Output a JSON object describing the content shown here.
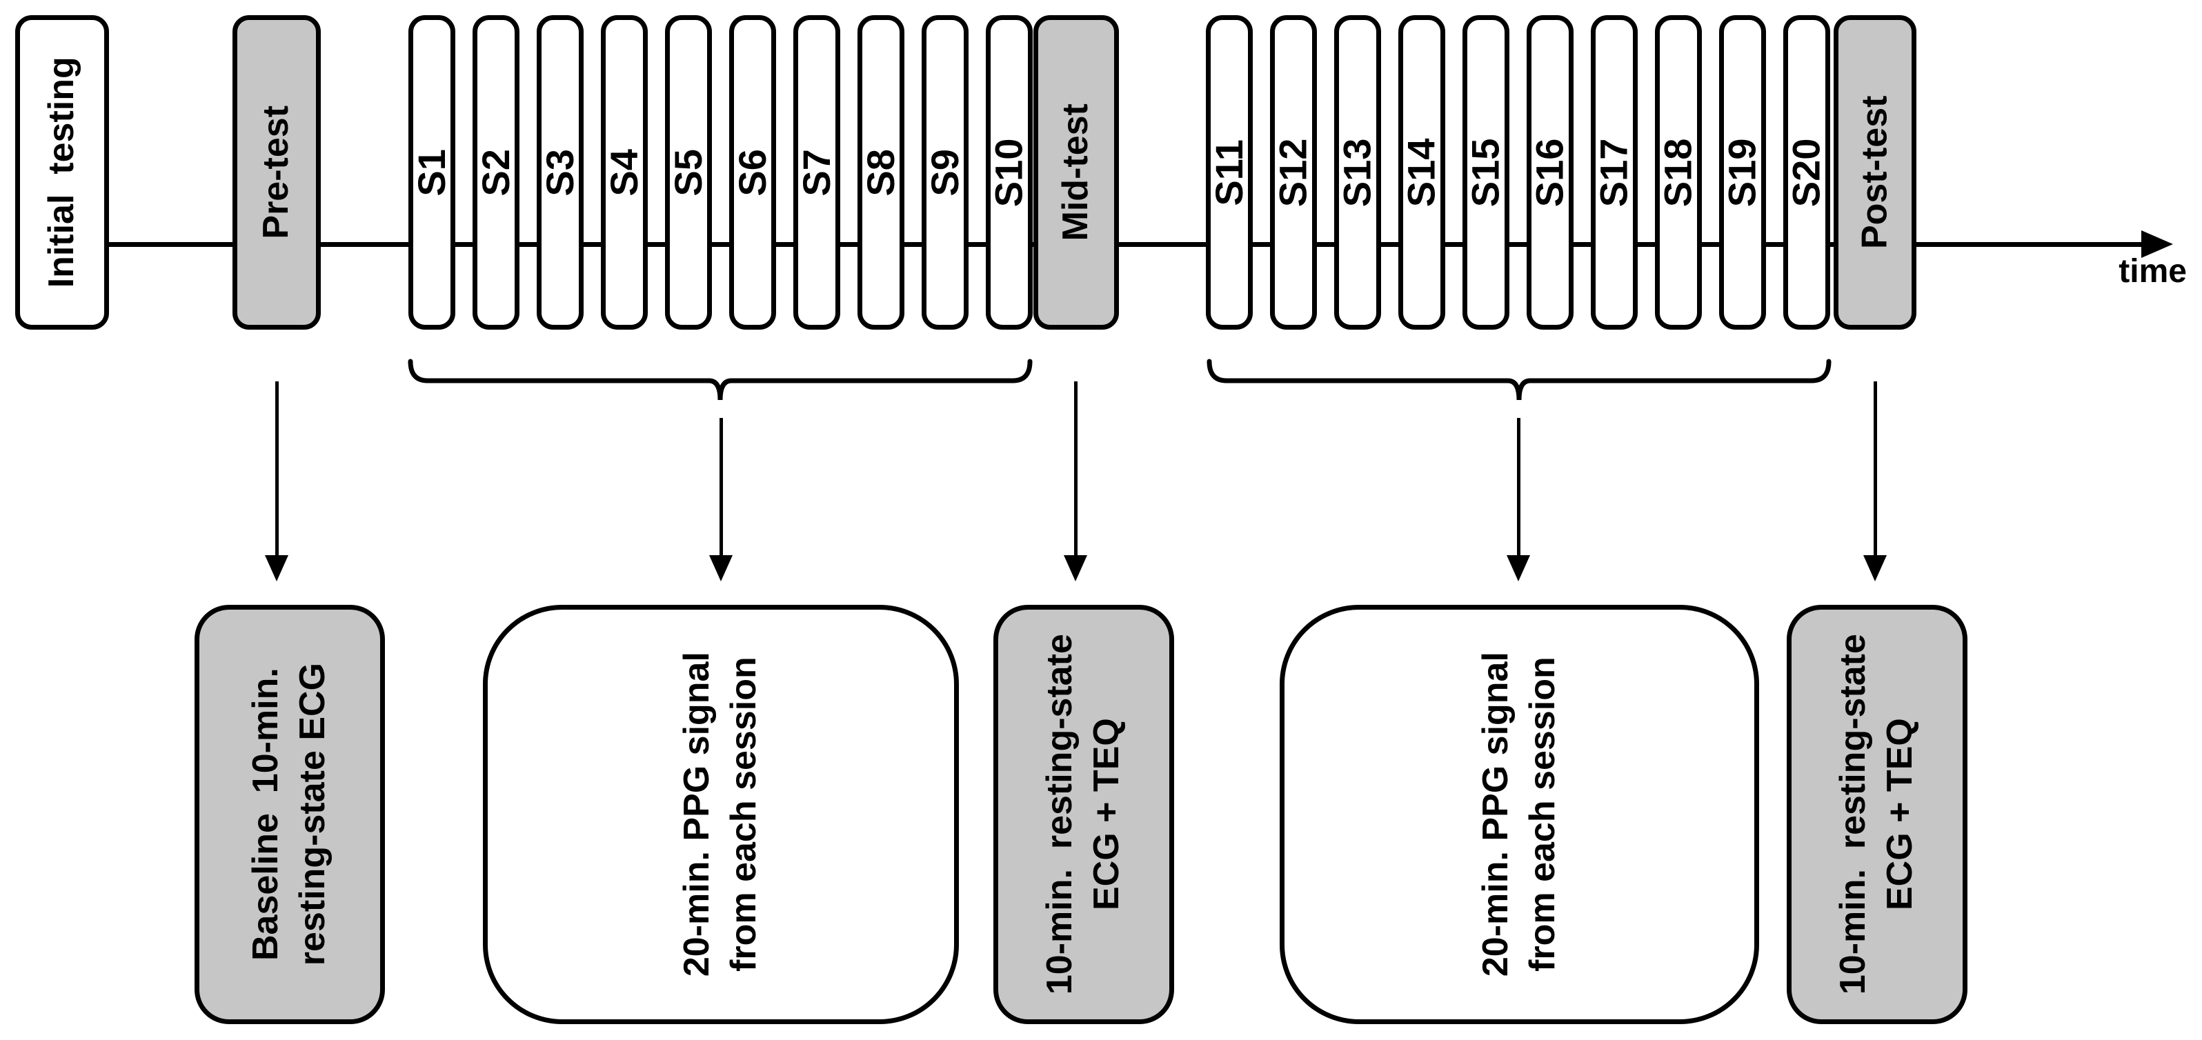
{
  "timeline": {
    "initial_label": "Initial  testing",
    "pretest_label": "Pre-test",
    "midtest_label": "Mid-test",
    "posttest_label": "Post-test",
    "time_label": "time",
    "sessions1": [
      "S1",
      "S2",
      "S3",
      "S4",
      "S5",
      "S6",
      "S7",
      "S8",
      "S9",
      "S10"
    ],
    "sessions2": [
      "S11",
      "S12",
      "S13",
      "S14",
      "S15",
      "S16",
      "S17",
      "S18",
      "S19",
      "S20"
    ]
  },
  "outcomes": {
    "baseline_ecg": "Baseline  10-min.\nresting-state ECG",
    "ppg_block1": "20-min. PPG signal\nfrom each session",
    "midtest_measure": "10-min.  resting-state\nECG + TEQ",
    "ppg_block2": "20-min. PPG signal\nfrom each session",
    "posttest_measure": "10-min.  resting-state\nECG + TEQ"
  },
  "colors": {
    "highlight_gray": "#c6c6c6",
    "line_black": "#000000",
    "box_white": "#ffffff"
  }
}
